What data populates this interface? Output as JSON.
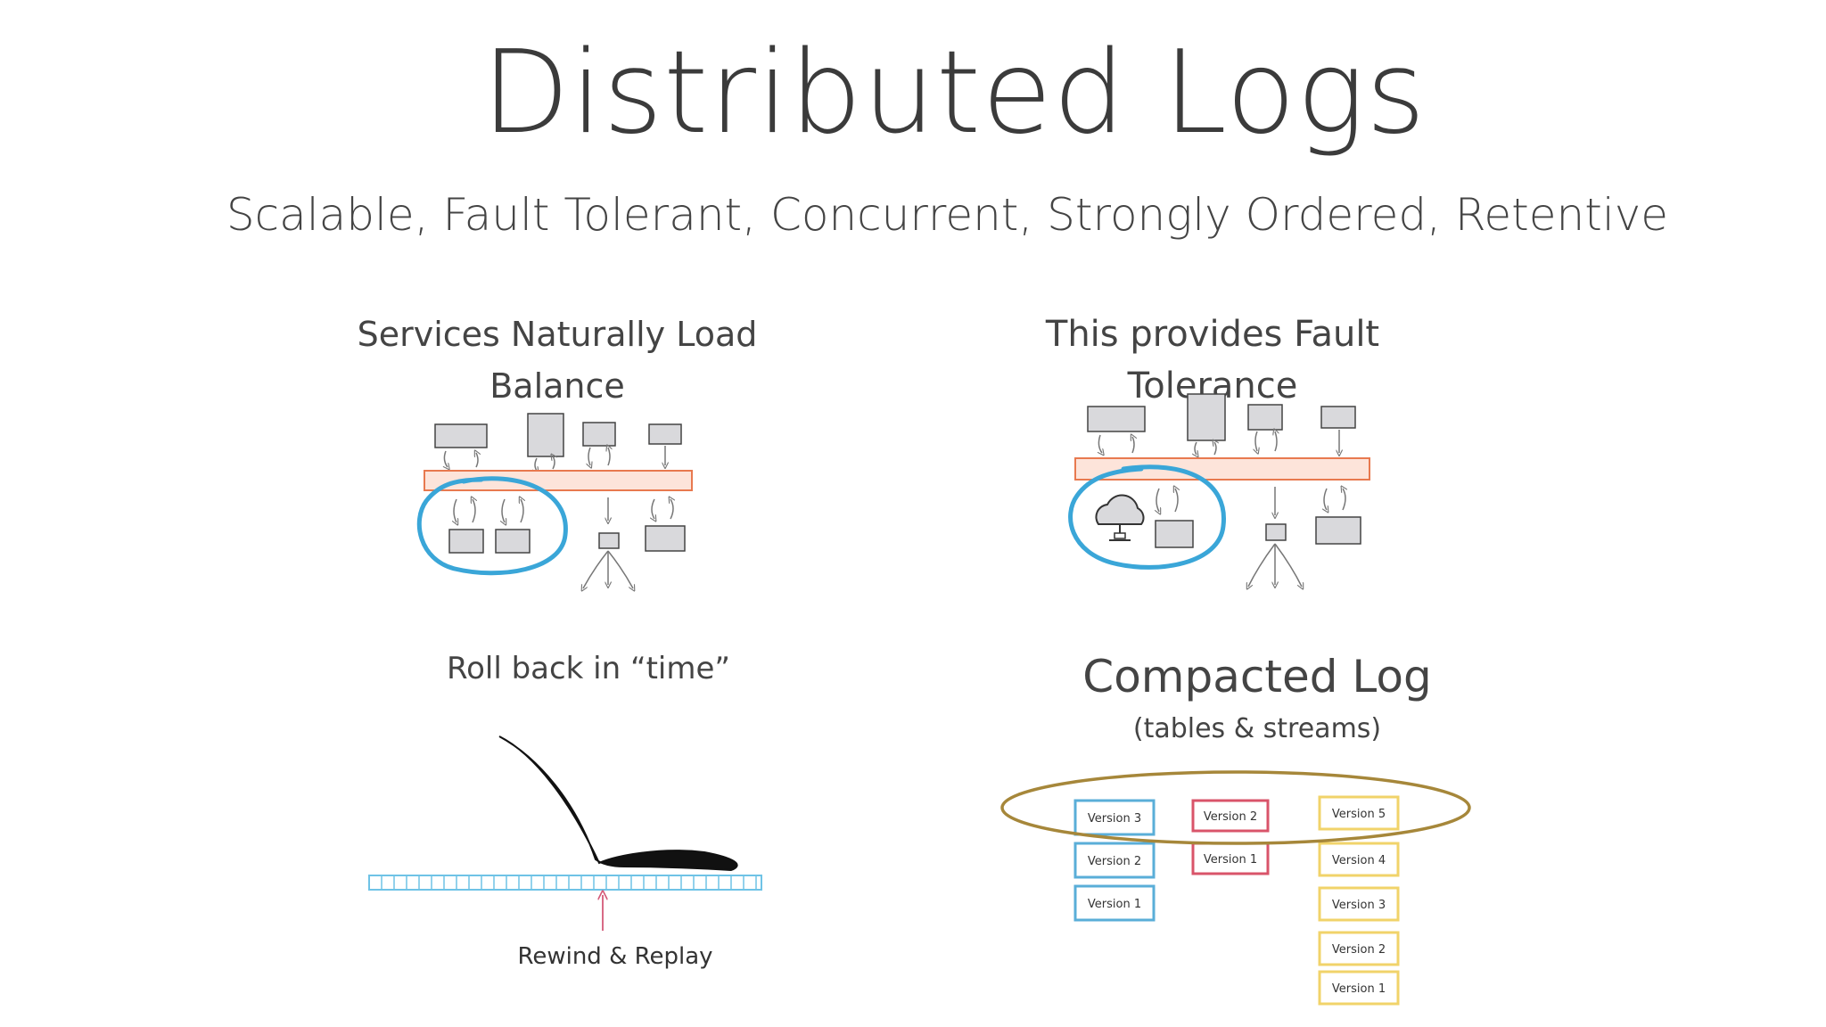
{
  "title": "Distributed Logs",
  "subtitle": "Scalable, Fault Tolerant, Concurrent, Strongly Ordered, Retentive",
  "panels": {
    "load_balance": {
      "heading": "Services Naturally Load Balance"
    },
    "fault_tolerance": {
      "heading": "This provides Fault Tolerance"
    },
    "rollback": {
      "heading": "Roll back in “time”",
      "caption": "Rewind & Replay"
    },
    "compacted": {
      "heading": "Compacted Log",
      "subheading": "(tables & streams)"
    }
  },
  "compacted_versions": {
    "blue": [
      "Version 3",
      "Version 2",
      "Version 1"
    ],
    "red": [
      "Version 2",
      "Version 1"
    ],
    "yellow": [
      "Version 5",
      "Version 4",
      "Version 3",
      "Version 2",
      "Version 1"
    ]
  },
  "colors": {
    "highlight_circle": "#3aa6d8",
    "log_bar_fill": "#fde4da",
    "log_bar_stroke": "#e8794f",
    "service_box": "#d9d9dc",
    "timeline_stroke": "#6fc3e6",
    "ellipse": "#a6873a",
    "blue_version": "#5aaed8",
    "red_version": "#d9546a",
    "yellow_version": "#f1d36a"
  },
  "icons": {
    "cloud": "cloud-server-icon"
  }
}
